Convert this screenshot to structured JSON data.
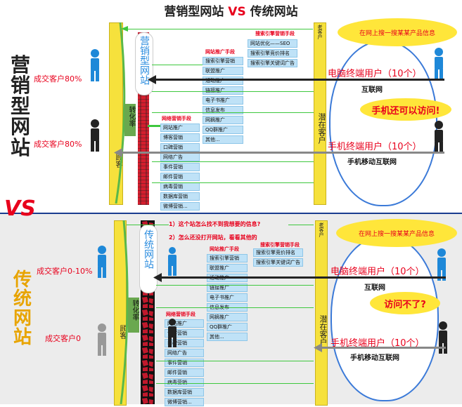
{
  "title": {
    "left": "营销型网站",
    "vs": "VS",
    "right": "传统网站"
  },
  "vs_big": "VS",
  "sections": [
    {
      "id": "marketing",
      "side_label": "营销型网站",
      "site_label": "营销型网站",
      "customer_label": "顾客",
      "conversion_label": "转化率",
      "potential_label": "潜在客户",
      "old_customer_label": "老客户",
      "rate_top": "成交客户80%",
      "rate_bottom": "成交客户80%",
      "search_header": "搜索引擎营销手段",
      "search_items": [
        "网站优化——SEO",
        "搜索引擎竞价排名",
        "搜索引擎关键词广告"
      ],
      "promo_header": "网站推广手段",
      "promo_items": [
        "搜索引擎营销",
        "联盟推广",
        "活动推广",
        "链接推广",
        "电子书推广",
        "信息发布",
        "网摘推广",
        "QQ群推广",
        "其他..."
      ],
      "net_header": "网络营销手段",
      "net_items": [
        "网站推广",
        "博客营销",
        "口碑营销",
        "网络广告",
        "事件营销",
        "邮件营销",
        "病毒营销",
        "数据库营销",
        "微博营销..."
      ],
      "bubble_top": "在网上搜一搜某某产品信息",
      "bubble_mid": "手机还可以访问!",
      "pc_user": "电脑终端用户（10个）",
      "internet": "互联网",
      "mobile_user": "手机终端用户（10个）",
      "mobile_net": "手机移动互联网"
    },
    {
      "id": "traditional",
      "side_label": "传统网站",
      "site_label": "传统网站",
      "customer_label": "顾客",
      "conversion_label": "转化率",
      "potential_label": "潜在客户",
      "old_customer_label": "老客户",
      "rate_top": "成交客户0-10%",
      "rate_bottom": "成交客户0",
      "question_1": "1）这个站怎么找不到我想要的信息?",
      "question_2": "2）怎么还没打开网站，看看其他的",
      "search_header": "搜索引擎营销手段",
      "search_items": [
        "搜索引擎竞价排名",
        "搜索引擎关键词广告"
      ],
      "promo_header": "网站推广手段",
      "promo_items": [
        "搜索引擎营销",
        "联盟推广",
        "活动推广",
        "链接推广",
        "电子书推广",
        "信息发布",
        "网摘推广",
        "QQ群推广",
        "其他..."
      ],
      "net_header": "网络营销手段",
      "net_items": [
        "网站推广",
        "博客营销",
        "口碑营销",
        "网络广告",
        "事件营销",
        "邮件营销",
        "病毒营销",
        "数据库营销",
        "微博营销..."
      ],
      "bubble_top": "在网上搜一搜某某产品信息",
      "bubble_mid": "访问不了?",
      "pc_user": "电脑终端用户（10个）",
      "internet": "互联网",
      "mobile_user": "手机终端用户（10个）",
      "mobile_net": "手机移动互联网"
    }
  ],
  "colors": {
    "accent_red": "#e8001c",
    "yellow": "#f6e13c",
    "blue_box": "#bfe2f7",
    "cloud_border": "#3b7ad8",
    "person_blue": "#1e88d8",
    "person_dark": "#222222",
    "person_gray": "#999999"
  }
}
